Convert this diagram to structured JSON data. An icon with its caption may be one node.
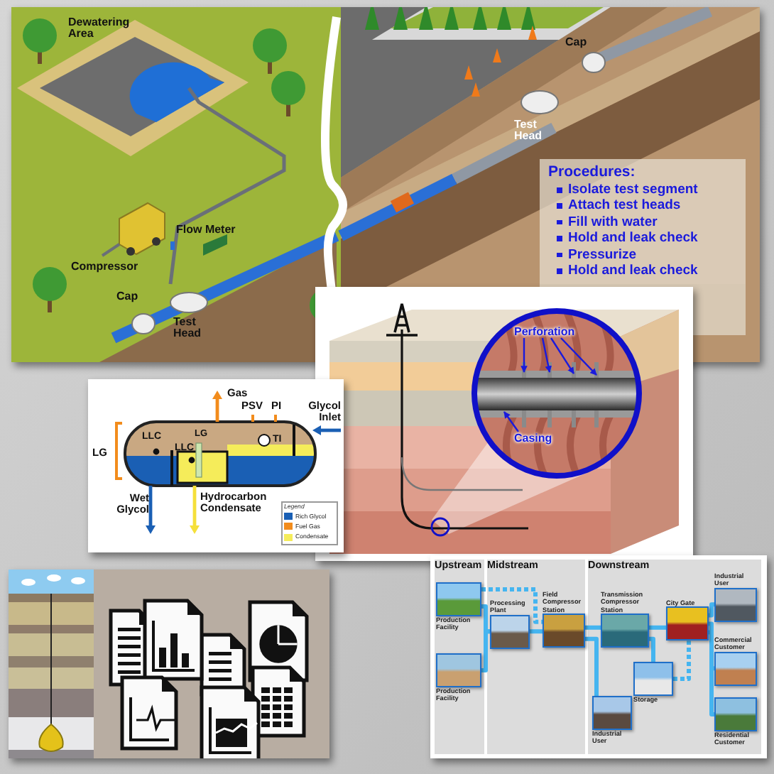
{
  "diagram": {
    "nodes": [
      {
        "text": [
          "Procedures:",
          "Isolate test segment",
          "Attach test heads",
          "Fill with water",
          "Hold and leak check",
          "Pressurize",
          "Hold and leak check"
        ]
      },
      {
        "text": [
          "Perforation"
        ]
      },
      {
        "text": [
          "Casing"
        ]
      },
      {
        "text": [
          "Upstream"
        ]
      },
      {
        "text": [
          "Midstream"
        ]
      },
      {
        "text": [
          "Downstream"
        ]
      },
      {
        "text": [
          "Production Facility"
        ],
        "in": 3
      },
      {
        "text": [
          "Production Facility"
        ],
        "in": 3
      },
      {
        "text": [
          "Processing Plant"
        ],
        "in": 4
      },
      {
        "text": [
          "Field Compressor Station"
        ],
        "in": 4
      },
      {
        "text": [
          "Transmission Compressor Station"
        ],
        "in": 5
      },
      {
        "text": [
          "City Gate"
        ],
        "in": 5
      },
      {
        "text": [
          "Storage"
        ],
        "in": 5
      },
      {
        "text": [
          "Industrial User"
        ],
        "in": 5
      },
      {
        "text": [
          "Industrial User"
        ],
        "in": 5
      },
      {
        "text": [
          "Commercial Customer"
        ],
        "in": 5
      },
      {
        "text": [
          "Residential Customer"
        ],
        "in": 5
      }
    ],
    "edges": [
      {
        "from": 1,
        "to": null,
        "arrow": "to",
        "color": "#1a1adc"
      },
      {
        "from": 1,
        "to": null,
        "arrow": "to",
        "color": "#1a1adc"
      },
      {
        "from": 1,
        "to": null,
        "arrow": "to",
        "color": "#1a1adc"
      },
      {
        "from": 1,
        "to": null,
        "arrow": "to",
        "color": "#1a1adc"
      },
      {
        "from": 2,
        "to": null,
        "arrow": "to",
        "color": "#1a1adc"
      },
      {
        "from": 6,
        "to": 8,
        "arrow": "none"
      },
      {
        "from": 7,
        "to": 8,
        "arrow": "none"
      },
      {
        "from": 6,
        "to": 9,
        "arrow": "none",
        "style": "dashed"
      },
      {
        "from": 8,
        "to": 9,
        "arrow": "none"
      },
      {
        "from": 9,
        "to": 10,
        "arrow": "none"
      },
      {
        "from": 9,
        "to": 13,
        "arrow": "none"
      },
      {
        "from": 10,
        "to": 11,
        "arrow": "none"
      },
      {
        "from": 10,
        "to": 12,
        "arrow": "none"
      },
      {
        "from": 12,
        "to": 11,
        "arrow": "none",
        "style": "dashed"
      },
      {
        "from": 11,
        "to": 14,
        "arrow": "none"
      },
      {
        "from": 11,
        "to": 15,
        "arrow": "none"
      },
      {
        "from": 11,
        "to": 16,
        "arrow": "none"
      }
    ],
    "labels": [
      "Dewatering Area",
      "Flow Meter",
      "Compressor",
      "Cap",
      "Test Head",
      "Cap",
      "Test Head",
      "Gas",
      "PSV",
      "PI",
      "Glycol Inlet",
      "LG",
      "LLC",
      "LG",
      "LLC",
      "TI",
      "Wet Glycol",
      "Hydrocarbon Condensate",
      "Legend"
    ],
    "legend": [
      {
        "text": "Rich Glycol",
        "color": "#1a5fb4"
      },
      {
        "text": "Fuel Gas",
        "color": "#f28c1c"
      },
      {
        "text": "Condensate",
        "color": "#f5ec5a"
      }
    ]
  }
}
